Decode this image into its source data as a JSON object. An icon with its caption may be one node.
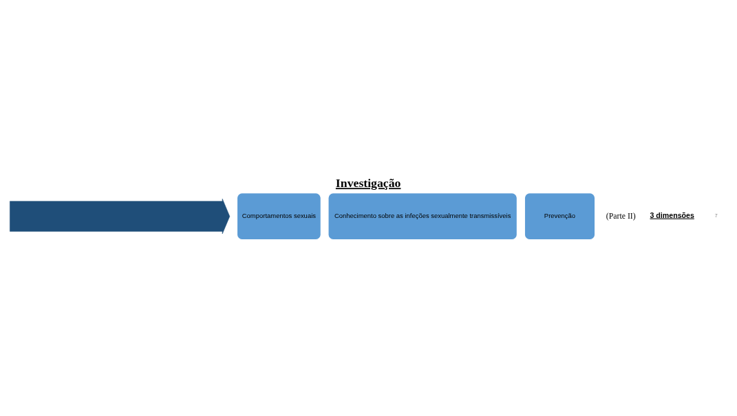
{
  "diagram": {
    "title": "Investigação",
    "nodes": [
      {
        "text": [],
        "shape": "arrow"
      },
      {
        "text": [
          "Comportamentos sexuais"
        ]
      },
      {
        "text": [
          "Conhecimento sobre as infeções sexualmente transmissíveis"
        ]
      },
      {
        "text": [
          "Prevenção"
        ]
      }
    ],
    "labels": [
      "(Parte II)",
      "3 dimensões",
      "7"
    ]
  }
}
